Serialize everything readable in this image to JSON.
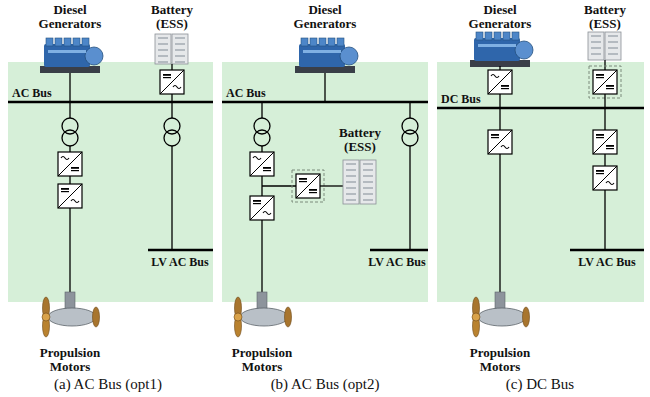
{
  "diagram": {
    "nodes": [
      {
        "text": [
          "Diesel Generators"
        ]
      },
      {
        "text": [
          "Battery (ESS)"
        ]
      },
      {
        "text": [
          "Propulsion Motors"
        ]
      },
      {
        "text": [
          "Diesel Generators"
        ]
      },
      {
        "text": [
          "Battery (ESS)"
        ]
      },
      {
        "text": [
          "Propulsion Motors"
        ]
      },
      {
        "text": [
          "Diesel Generators"
        ]
      },
      {
        "text": [
          "Battery (ESS)"
        ]
      },
      {
        "text": [
          "Propulsion Motors"
        ]
      }
    ],
    "labels": [
      "AC Bus",
      "LV AC Bus",
      "(a) AC Bus (opt1)",
      "AC Bus",
      "LV AC Bus",
      "(b) AC Bus (opt2)",
      "DC Bus",
      "LV AC Bus",
      "(c) DC Bus"
    ]
  }
}
